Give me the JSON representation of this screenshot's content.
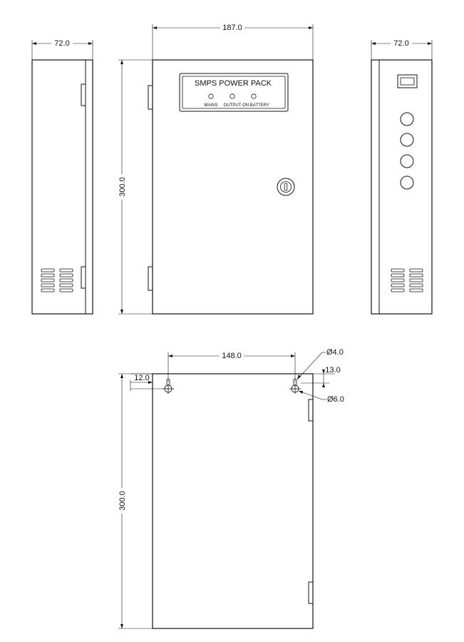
{
  "nameplate": {
    "title": "SMPS POWER PACK",
    "led_labels": [
      "MAINS",
      "OUTPUT",
      "ON BATTERY"
    ]
  },
  "dimensions": {
    "side_width_left": "72.0",
    "front_width": "187.0",
    "side_width_right": "72.0",
    "front_height": "300.0",
    "rear_hole_spacing": "148.0",
    "rear_hole_offset": "12.0",
    "rear_hole_top": "13.0",
    "rear_slot_dia": "Ø4.0",
    "rear_hole_dia": "Ø6.0",
    "rear_height": "300.0"
  },
  "colors": {
    "line": "#111111",
    "background": "#ffffff"
  }
}
